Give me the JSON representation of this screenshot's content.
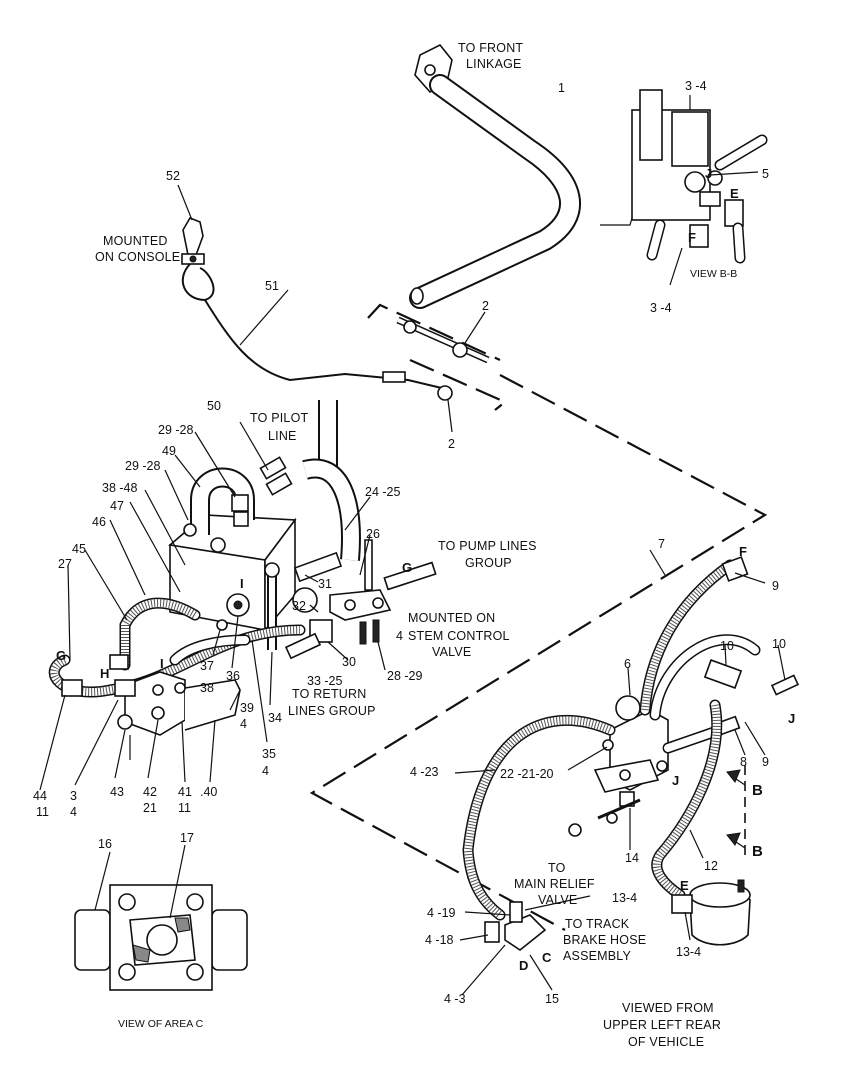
{
  "diagram": {
    "labels": {
      "to_front_linkage": [
        "TO FRONT",
        "LINKAGE"
      ],
      "mounted_on_console": [
        "MOUNTED",
        "ON CONSOLE"
      ],
      "to_pilot_line": [
        "TO PILOT",
        "LINE"
      ],
      "to_pump_lines": [
        "TO PUMP LINES",
        "GROUP"
      ],
      "mounted_on_valve": [
        "MOUNTED ON",
        "STEM CONTROL",
        "VALVE"
      ],
      "to_return_lines": [
        "TO RETURN",
        "LINES GROUP"
      ],
      "to_main_relief": [
        "TO",
        "MAIN RELIEF",
        "VALVE"
      ],
      "to_track_brake": [
        "TO TRACK",
        "BRAKE HOSE",
        "ASSEMBLY"
      ],
      "viewed_from": [
        "VIEWED FROM",
        "UPPER LEFT REAR",
        "OF VEHICLE"
      ],
      "view_area_c": "VIEW OF AREA C",
      "view_bb": "VIEW B-B"
    },
    "part_numbers": {
      "p1": "1",
      "p2a": "2",
      "p2b": "2",
      "p3_4_top": "3 -4",
      "p3_4_bottom": "3 -4",
      "p5": "5",
      "p52": "52",
      "p51": "51",
      "p50": "50",
      "p29_28a": "29 -28",
      "p49": "49",
      "p29_28b": "29 -28",
      "p38_48": "38 -48",
      "p47": "47",
      "p46": "46",
      "p45": "45",
      "p27": "27",
      "p24_25": "24 -25",
      "p26": "26",
      "p31": "31",
      "p32": "32",
      "p30": "30",
      "p33_25": "33 -25",
      "p28_29": "28 -29",
      "p4_stem": "4",
      "p37": "37",
      "p38": "38",
      "p36": "36",
      "p39": "39",
      "p4_39": "4",
      "p34": "34",
      "p35": "35",
      "p4_35": "4",
      "p44": "44",
      "p11a": "11",
      "p3": "3",
      "p4a": "4",
      "p43": "43",
      "p42": "42",
      "p21": "21",
      "p41": "41",
      "p11b": "11",
      "p40": ".40",
      "p7": "7",
      "p9a": "9",
      "p10a": "10",
      "p10b": "10",
      "p6": "6",
      "p8": "8",
      "p9b": "9",
      "p22_21_20": "22 -21-20",
      "p4_23": "4 -23",
      "p14": "14",
      "p12": "12",
      "p13_4a": "13-4",
      "p13_4b": "13-4",
      "p4_19": "4 -19",
      "p4_18": "4 -18",
      "p4_3": "4 -3",
      "p15": "15",
      "p16": "16",
      "p17": "17"
    },
    "letters": {
      "G1": "G",
      "G2": "G",
      "H": "H",
      "I1": "I",
      "I2": "I",
      "F1": "F",
      "F2": "F",
      "E1": "E",
      "E2": "E",
      "J1": "J",
      "J2": "J",
      "J3": "J",
      "B1": "B",
      "B2": "B",
      "C": "C",
      "D": "D"
    }
  }
}
